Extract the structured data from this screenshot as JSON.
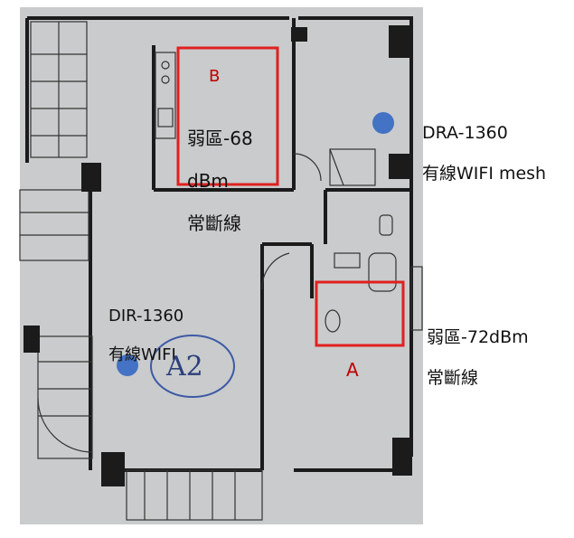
{
  "router_main": {
    "model": "DIR-1360",
    "desc": "有線WIFI",
    "color": "#4472c4"
  },
  "router_mesh": {
    "model": "DRA-1360",
    "desc": "有線WIFI mesh",
    "color": "#4472c4"
  },
  "zone_b": {
    "letter": "B",
    "l1": "弱區-68",
    "l2": "dBm",
    "l3": "常斷線"
  },
  "zone_a": {
    "letter": "A",
    "l1": "弱區-72dBm",
    "l2": "常斷線"
  },
  "room_label": "A2",
  "colors": {
    "zone": "#e02020",
    "wall": "#1b1b1b",
    "paper": "#c9cbcc",
    "handwriting": "#3d5aa6"
  }
}
